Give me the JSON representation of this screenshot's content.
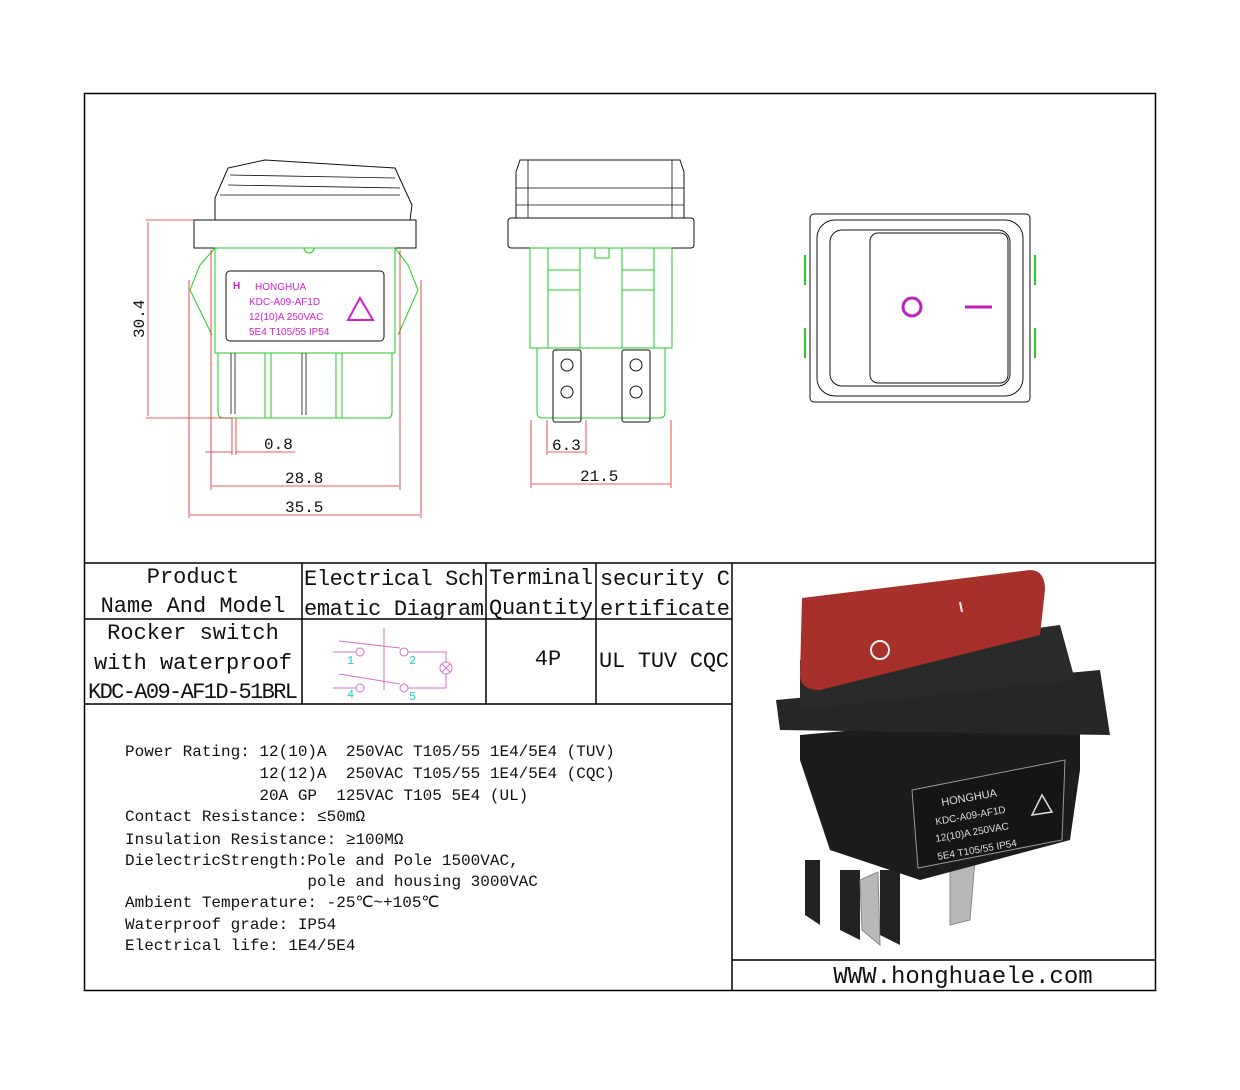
{
  "drawing": {
    "dimensions": {
      "height": "30.4",
      "pin_width": "0.8",
      "body_width": "28.8",
      "overall_width": "35.5",
      "terminal_width": "6.3",
      "side_width": "21.5"
    },
    "body_label": {
      "brand": "HONGHUA",
      "model": "KDC-A09-AF1D",
      "rating": "12(10)A 250VAC",
      "line3": "5E4 T105/55   IP54"
    },
    "rocker_symbols": {
      "off": "O",
      "on": "I"
    }
  },
  "table": {
    "headers": {
      "product": [
        "Product",
        "Name And Model"
      ],
      "schematic": [
        "Electrical Sch",
        "ematic Diagram"
      ],
      "terminal": [
        "Terminal",
        "Quantity"
      ],
      "certificate": [
        "security C",
        "ertificate"
      ]
    },
    "row": {
      "product": [
        "Rocker switch",
        "with waterproof",
        "KDC-A09-AF1D-51BRL"
      ],
      "schematic_pins": [
        "1",
        "2",
        "4",
        "5"
      ],
      "terminal": "4P",
      "certificate": "UL TUV CQC"
    }
  },
  "specs": [
    "Power Rating: 12(10)A  250VAC T105/55 1E4/5E4 (TUV)",
    "              12(12)A  250VAC T105/55 1E4/5E4 (CQC)",
    "              20A GP  125VAC T105 5E4 (UL)",
    "Contact Resistance: ≤50mΩ",
    "Insulation Resistance: ≥100MΩ",
    "DielectricStrength:Pole and Pole 1500VAC,",
    "                   pole and housing 3000VAC",
    "Ambient Temperature: -25℃~+105℃",
    "Waterproof grade: IP54",
    "Electrical life: 1E4/5E4"
  ],
  "website": "WWW.honghuaele.com",
  "colors": {
    "dimension": "#e02020",
    "outline_green": "#22cc22",
    "label_magenta": "#d020d0",
    "pin_cyan": "#22cccc",
    "rocker_red": "#a8302a"
  }
}
